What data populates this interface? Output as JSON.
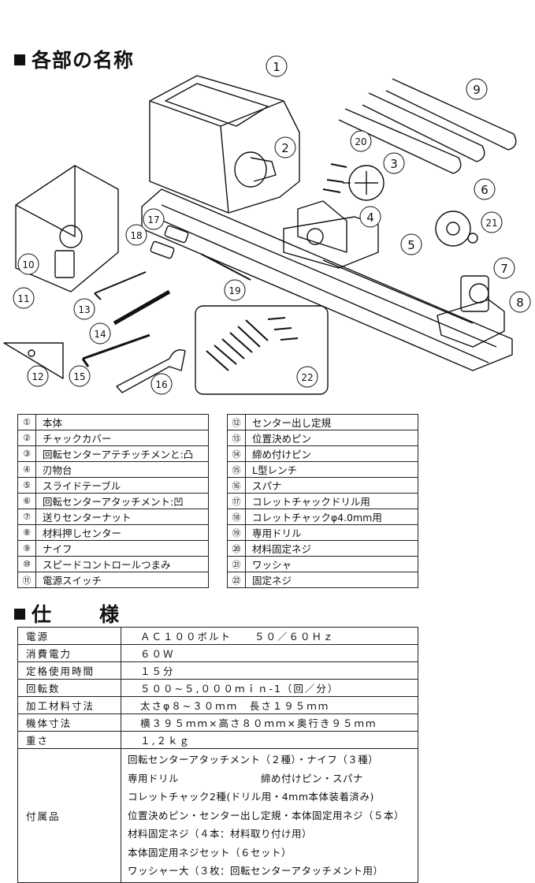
{
  "parts_heading": "各部の名称",
  "spec_heading": "仕　様",
  "callouts": [
    "1",
    "2",
    "3",
    "4",
    "5",
    "6",
    "7",
    "8",
    "9",
    "20",
    "21",
    "17",
    "18",
    "10",
    "11",
    "19",
    "13",
    "14",
    "12",
    "15",
    "16",
    "22"
  ],
  "parts_left": [
    {
      "num": "①",
      "name": "本体"
    },
    {
      "num": "②",
      "name": "チャックカバー"
    },
    {
      "num": "③",
      "name": "回転センターアテチッチメンと:凸"
    },
    {
      "num": "④",
      "name": "刃物台"
    },
    {
      "num": "⑤",
      "name": "スライドテーブル"
    },
    {
      "num": "⑥",
      "name": "回転センターアタッチメント:凹"
    },
    {
      "num": "⑦",
      "name": "送りセンターナット"
    },
    {
      "num": "⑧",
      "name": "材料押しセンター"
    },
    {
      "num": "⑨",
      "name": "ナイフ"
    },
    {
      "num": "⑩",
      "name": "スピードコントロールつまみ"
    },
    {
      "num": "⑪",
      "name": "電源スイッチ"
    }
  ],
  "parts_right": [
    {
      "num": "⑫",
      "name": "センター出し定規"
    },
    {
      "num": "⑬",
      "name": "位置決めピン"
    },
    {
      "num": "⑭",
      "name": "締め付けピン"
    },
    {
      "num": "⑮",
      "name": "L型レンチ"
    },
    {
      "num": "⑯",
      "name": "スパナ"
    },
    {
      "num": "⑰",
      "name": "コレットチャックドリル用"
    },
    {
      "num": "⑱",
      "name": "コレットチャックφ4.0mm用"
    },
    {
      "num": "⑲",
      "name": "専用ドリル"
    },
    {
      "num": "⑳",
      "name": "材料固定ネジ"
    },
    {
      "num": "㉑",
      "name": "ワッシャ"
    },
    {
      "num": "㉒",
      "name": "固定ネジ"
    }
  ],
  "spec": [
    {
      "label": "電源",
      "value": "ＡＣ１００ボルト　　５０／６０Ｈｚ"
    },
    {
      "label": "消費電力",
      "value": "６０Ｗ"
    },
    {
      "label": "定格使用時間",
      "value": "１５分"
    },
    {
      "label": "回転数",
      "value": "５００~５,０００ｍｉｎ-1（回／分）"
    },
    {
      "label": "加工材料寸法",
      "value": "太さφ８~３０ｍｍ　長さ１９５ｍｍ"
    },
    {
      "label": "機体寸法",
      "value": "横３９５ｍｍ×高さ８０ｍｍ×奥行き９５ｍｍ"
    },
    {
      "label": "重さ",
      "value": "１,２ｋｇ"
    }
  ],
  "accessories_label": "付属品",
  "accessories": [
    "回転センターアタッチメント（２種）・ナイフ（３種）",
    "専用ドリル　　　　　　　　締め付けピン・スパナ",
    "コレットチャック2種(ドリル用・4mm本体装着済み)",
    "位置決めピン・センター出し定規・本体固定用ネジ（５本）",
    "材料固定ネジ（４本：材料取り付け用）",
    "本体固定用ネジセット（６セット）",
    "ワッシャー大（３枚：回転センターアタッチメント用）"
  ]
}
